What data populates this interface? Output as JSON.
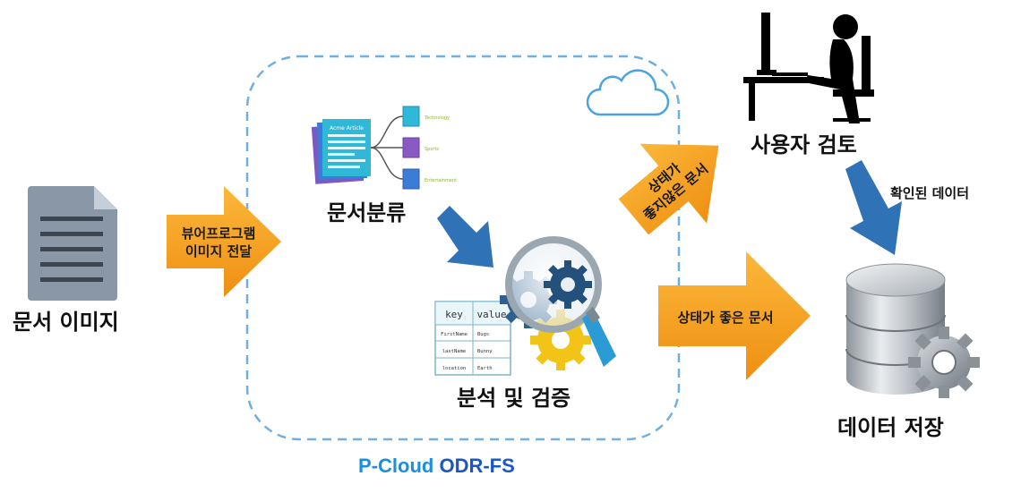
{
  "nodes": {
    "doc_image": "문서 이미지",
    "classify": "문서분류",
    "analyze": "분석 및 검증",
    "user_review": "사용자 검토",
    "data_store": "데이터 저장"
  },
  "arrows": {
    "transfer_line1": "뷰어프로그램",
    "transfer_line2": "이미지 전달",
    "bad_line1": "상태가",
    "bad_line2": "좋지않은 문서",
    "good": "상태가 좋은 문서",
    "confirmed": "확인된 데이터"
  },
  "classify_icon": {
    "article_title": "Acme Article",
    "categories": [
      "Technology",
      "Sports",
      "Entertainment"
    ]
  },
  "kv_table": {
    "headers": [
      "key",
      "value"
    ],
    "rows": [
      [
        "FirstName",
        "Bugs"
      ],
      [
        "lastName",
        "Bunny"
      ],
      [
        "location",
        "Earth"
      ]
    ]
  },
  "brand": {
    "part1": "P-Cloud",
    "part2": "ODR-FS"
  },
  "colors": {
    "arrow_orange": "#f5a01e",
    "arrow_blue": "#2f73b6",
    "dashed_border": "#6fb0e0",
    "doc_icon": "#8a97a6"
  }
}
